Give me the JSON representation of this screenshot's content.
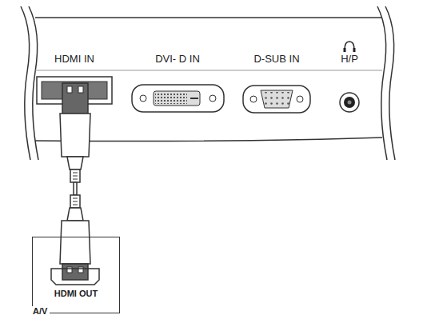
{
  "diagram": {
    "nodes": [
      {
        "text": [
          "HDMI OUT",
          "A/V"
        ]
      }
    ],
    "labels": [
      "HDMI IN",
      "DVI- D IN",
      "D-SUB IN",
      "H/P"
    ]
  }
}
